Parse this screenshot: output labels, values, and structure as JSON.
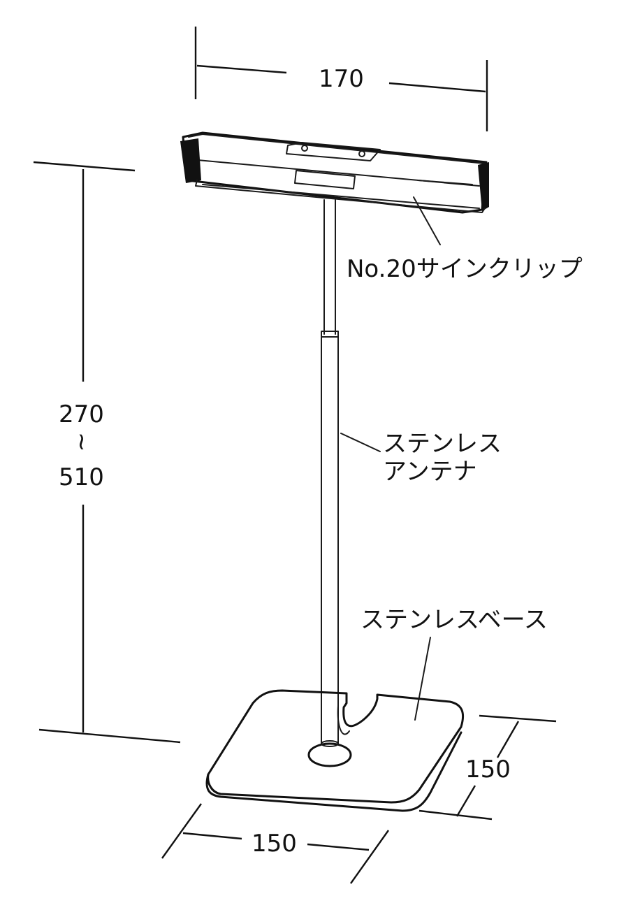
{
  "dimensions": {
    "width_top": "170",
    "height_min": "270",
    "height_sep": "~",
    "height_max": "510",
    "base_depth": "150",
    "base_width": "150"
  },
  "parts": {
    "sign_clip": "No.20サインクリップ",
    "antenna_line1": "ステンレス",
    "antenna_line2": "アンテナ",
    "base": "ステンレスベース"
  },
  "colors": {
    "line": "#111111",
    "background": "#ffffff"
  }
}
